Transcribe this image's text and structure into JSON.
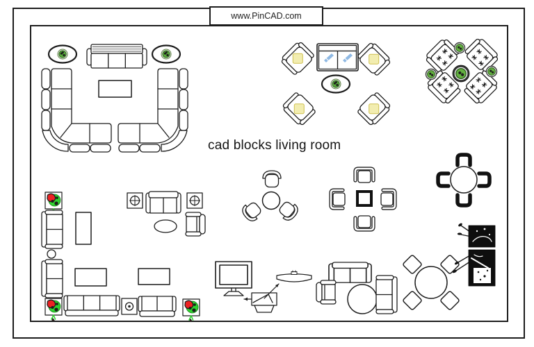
{
  "site": {
    "url_label": "www.PinCAD.com"
  },
  "caption": {
    "text": "cad blocks living room"
  },
  "palette": {
    "line": "#1c1c1c",
    "pillow_yellow": "#f2edb0",
    "pillow_yellow_border": "#cfc050",
    "pillow_blue": "#8fb9e4",
    "plant_green": "#2fd32f",
    "plant_leaf": "#57a83b",
    "plant_dark_green": "#2e5c1e",
    "plant_red": "#ee2222",
    "panel_black": "#0e0e0e"
  },
  "furniture_blocks": [
    "u-shaped-sectional-sofa-set-with-plants",
    "yellow-pillow-armchair-set-with-loveseat",
    "asterisk-armchair-set-with-round-plants",
    "corner-sofa-set-with-tables-and-plants",
    "loveseat-armchair-rug-set",
    "tub-chair-trio-with-round-table",
    "dining-set-square-table-four-chairs",
    "dining-set-round-table-black-chairs",
    "tv-monitor",
    "tv-shelf",
    "recliner-with-lamp",
    "sofa-set-with-round-table",
    "dining-set-round-table-diamond-chairs",
    "black-decor-panels"
  ]
}
